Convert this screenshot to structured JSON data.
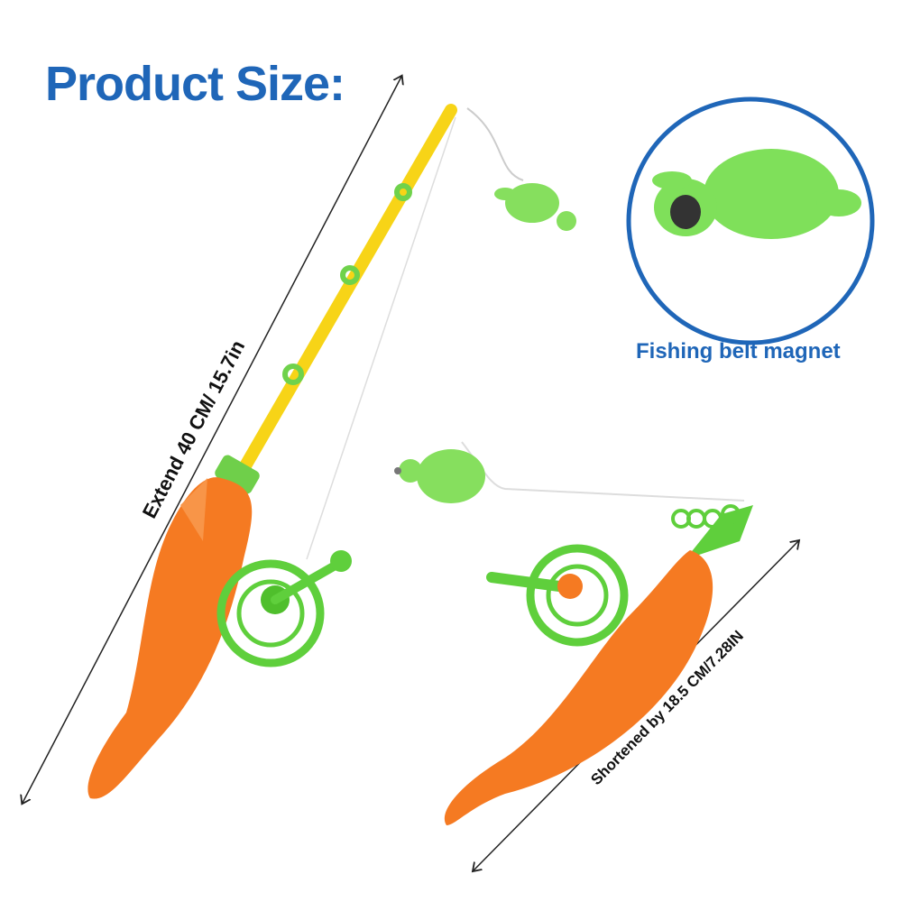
{
  "title": "Product Size:",
  "magnet_caption": "Fishing belt magnet",
  "extended_dimension": "Extend 40 CM/ 15.7in",
  "shortened_dimension": "Shortened by 18.5 CM/7.28IN",
  "colors": {
    "title_blue": "#1f66b8",
    "handle_orange": "#f57a22",
    "rod_yellow": "#f7d417",
    "toy_green": "#7fe05a"
  }
}
